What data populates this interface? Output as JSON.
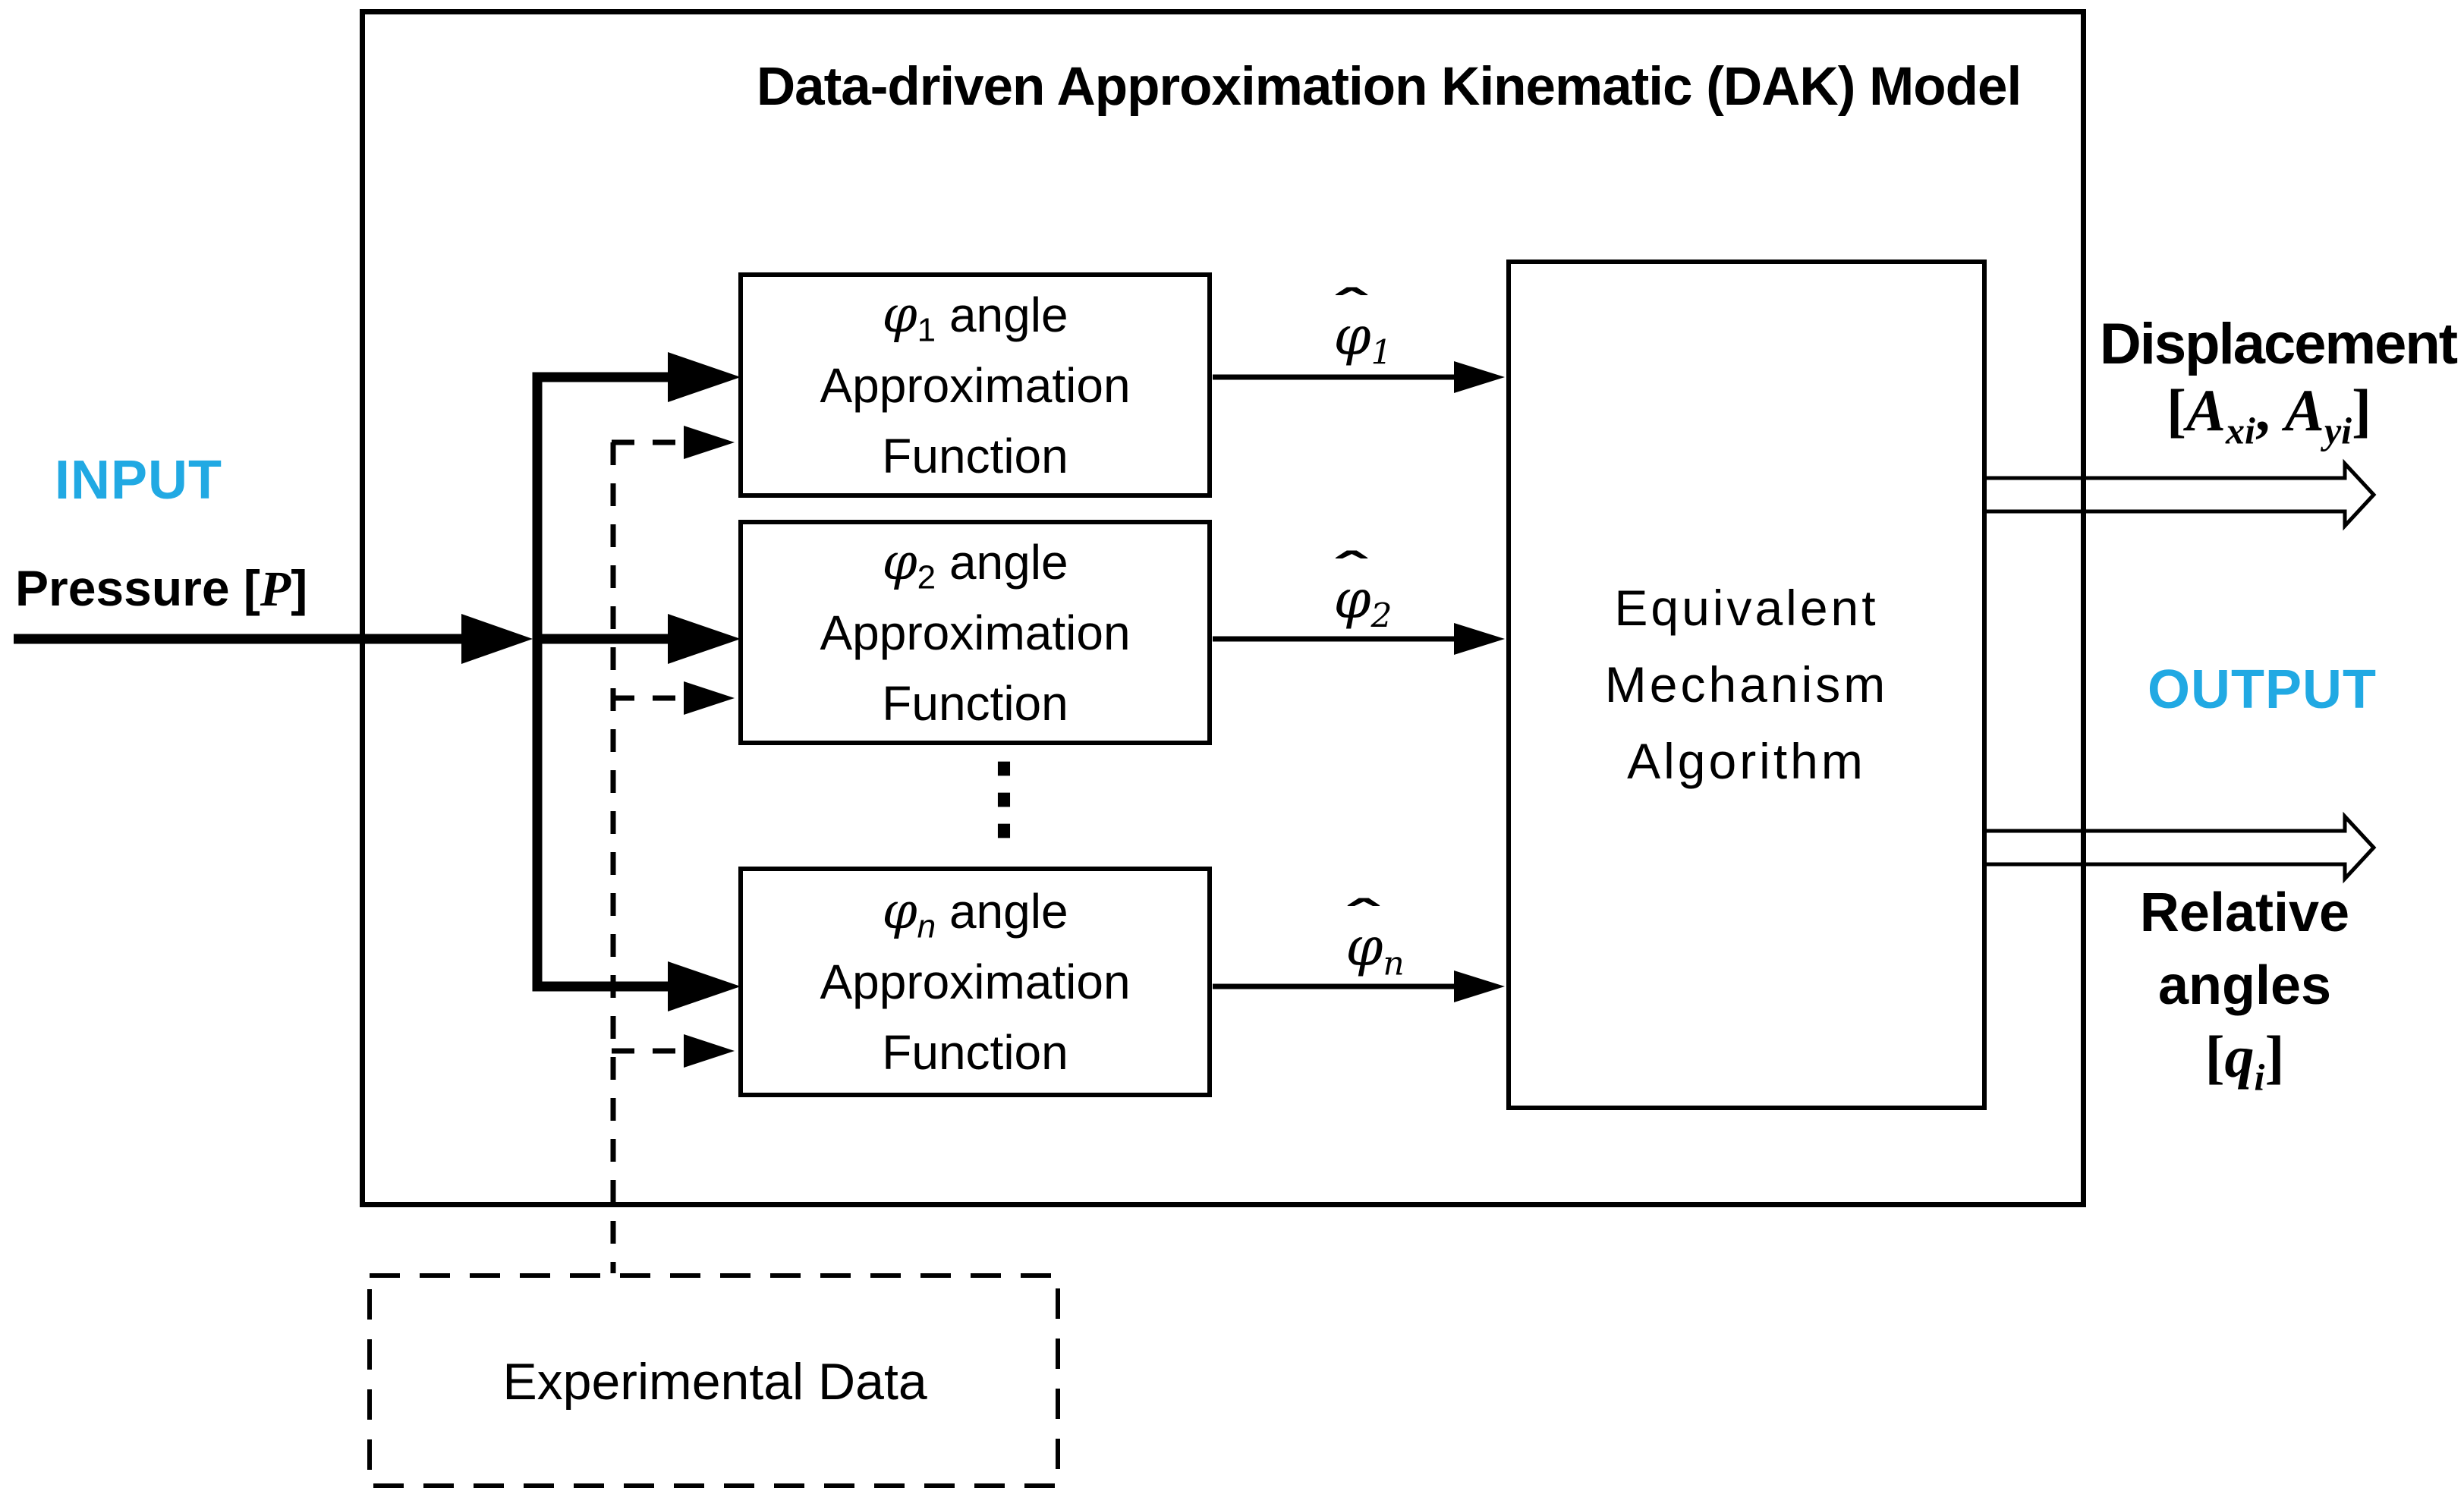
{
  "colors": {
    "accent": "#21A9E3",
    "ink": "#000000"
  },
  "title": "Data-driven Approximation Kinematic (DAK) Model",
  "input": {
    "label": "INPUT",
    "pressure_prefix": "Pressure [",
    "pressure_var": "P",
    "pressure_suffix": "]"
  },
  "function_blocks": [
    {
      "phi": "φ",
      "sub": "1",
      "rest": " angle",
      "line2": "Approximation",
      "line3": "Function"
    },
    {
      "phi": "φ",
      "sub": "2",
      "rest": " angle",
      "line2": "Approximation",
      "line3": "Function"
    },
    {
      "phi": "φ",
      "sub": "n",
      "rest": " angle",
      "line2": "Approximation",
      "line3": "Function"
    }
  ],
  "ellipsis": "⋮",
  "hat_labels": [
    {
      "hat": "ˆ",
      "phi": "φ",
      "sub": "1"
    },
    {
      "hat": "ˆ",
      "phi": "φ",
      "sub": "2"
    },
    {
      "hat": "ˆ",
      "phi": "φ",
      "sub": "n"
    }
  ],
  "ema": {
    "line1": "Equivalent",
    "line2": "Mechanism",
    "line3": "Algorithm"
  },
  "output": {
    "displacement_label": "Displacement",
    "disp_open": "[",
    "disp_var1": "A",
    "disp_sub1": "xi",
    "disp_sep": ", ",
    "disp_var2": "A",
    "disp_sub2": "yi",
    "disp_close": "]",
    "label": "OUTPUT",
    "relative_line1": "Relative",
    "relative_line2": "angles",
    "q_open": "[",
    "q_var": "q",
    "q_sub": "i",
    "q_close": "]"
  },
  "experimental": {
    "label": "Experimental Data"
  }
}
